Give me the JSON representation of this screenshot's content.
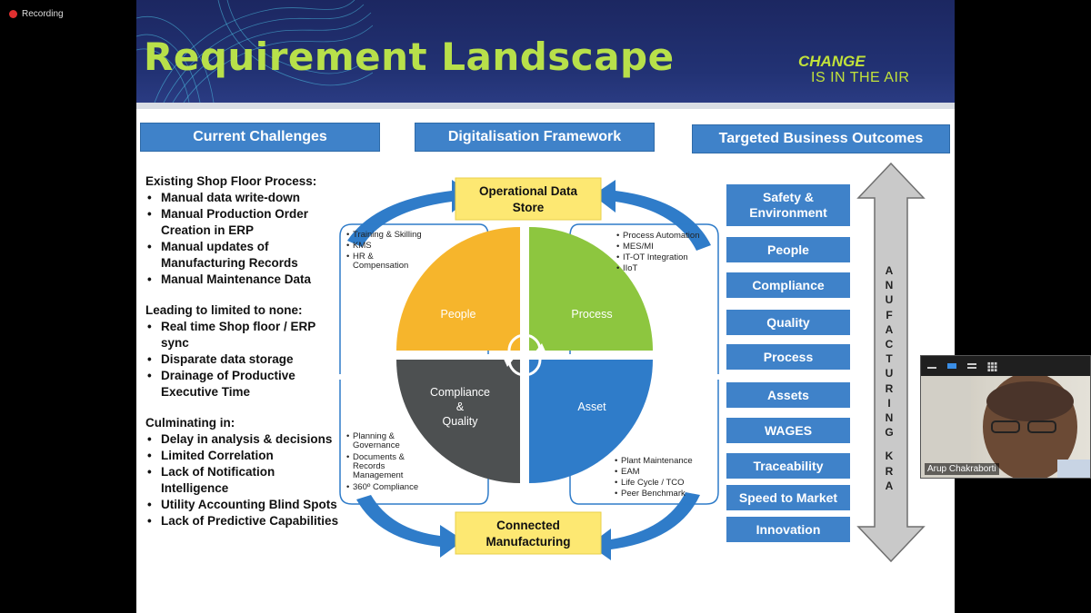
{
  "recording": {
    "label": "Recording"
  },
  "slide": {
    "title": "Requirement Landscape",
    "logo": {
      "line1": "CHANGE",
      "line2": "IS IN THE AIR"
    },
    "headers": {
      "challenges": "Current Challenges",
      "framework": "Digitalisation Framework",
      "outcomes": "Targeted Business Outcomes"
    },
    "challenges": [
      {
        "heading": "Existing Shop Floor Process:",
        "items": [
          "Manual data write-down",
          "Manual Production Order Creation in ERP",
          "Manual updates of Manufacturing Records",
          "Manual Maintenance Data"
        ]
      },
      {
        "heading": "Leading to limited to none:",
        "items": [
          "Real time Shop floor / ERP sync",
          "Disparate data storage",
          "Drainage of Productive Executive Time"
        ]
      },
      {
        "heading": "Culminating in:",
        "items": [
          "Delay in analysis & decisions",
          "Limited Correlation",
          "Lack of Notification Intelligence",
          "Utility Accounting Blind Spots",
          "Lack of Predictive Capabilities"
        ]
      }
    ],
    "framework": {
      "top_box": {
        "line1": "Operational Data",
        "line2": "Store"
      },
      "bottom_box": {
        "line1": "Connected",
        "line2": "Manufacturing"
      },
      "quadrants": {
        "people": "People",
        "process": "Process",
        "compliance": {
          "line1": "Compliance",
          "line2": "&",
          "line3": "Quality"
        },
        "asset": "Asset"
      },
      "people_items": [
        "Training & Skilling",
        "KMS",
        "HR &",
        "Compensation"
      ],
      "process_items": [
        "Process Automation",
        "MES/MI",
        "IT-OT Integration",
        "IIoT"
      ],
      "compliance_items": [
        "Planning &",
        "Governance",
        "Documents &",
        "Records",
        "Management",
        "360º Compliance"
      ],
      "asset_items": [
        "Plant Maintenance",
        "EAM",
        "Life Cycle / TCO",
        "Peer Benchmark"
      ]
    },
    "outcomes": [
      {
        "line1": "Safety &",
        "line2": "Environment"
      },
      {
        "line1": "People"
      },
      {
        "line1": "Compliance"
      },
      {
        "line1": "Quality"
      },
      {
        "line1": "Process"
      },
      {
        "line1": "Assets"
      },
      {
        "line1": "WAGES"
      },
      {
        "line1": "Traceability"
      },
      {
        "line1": "Speed to Market"
      },
      {
        "line1": "Innovation"
      }
    ],
    "kra": {
      "word1": "ANUFACTURING",
      "word2": "KRA"
    }
  },
  "video": {
    "participant_name": "Arup Chakraborti"
  },
  "colors": {
    "accent_blue": "#3f82c9",
    "title_green": "#b8e04a",
    "people": "#f6b52c",
    "process": "#8dc63f",
    "compliance": "#4d5051",
    "asset": "#2f7cc9",
    "box_yellow": "#fde872"
  }
}
